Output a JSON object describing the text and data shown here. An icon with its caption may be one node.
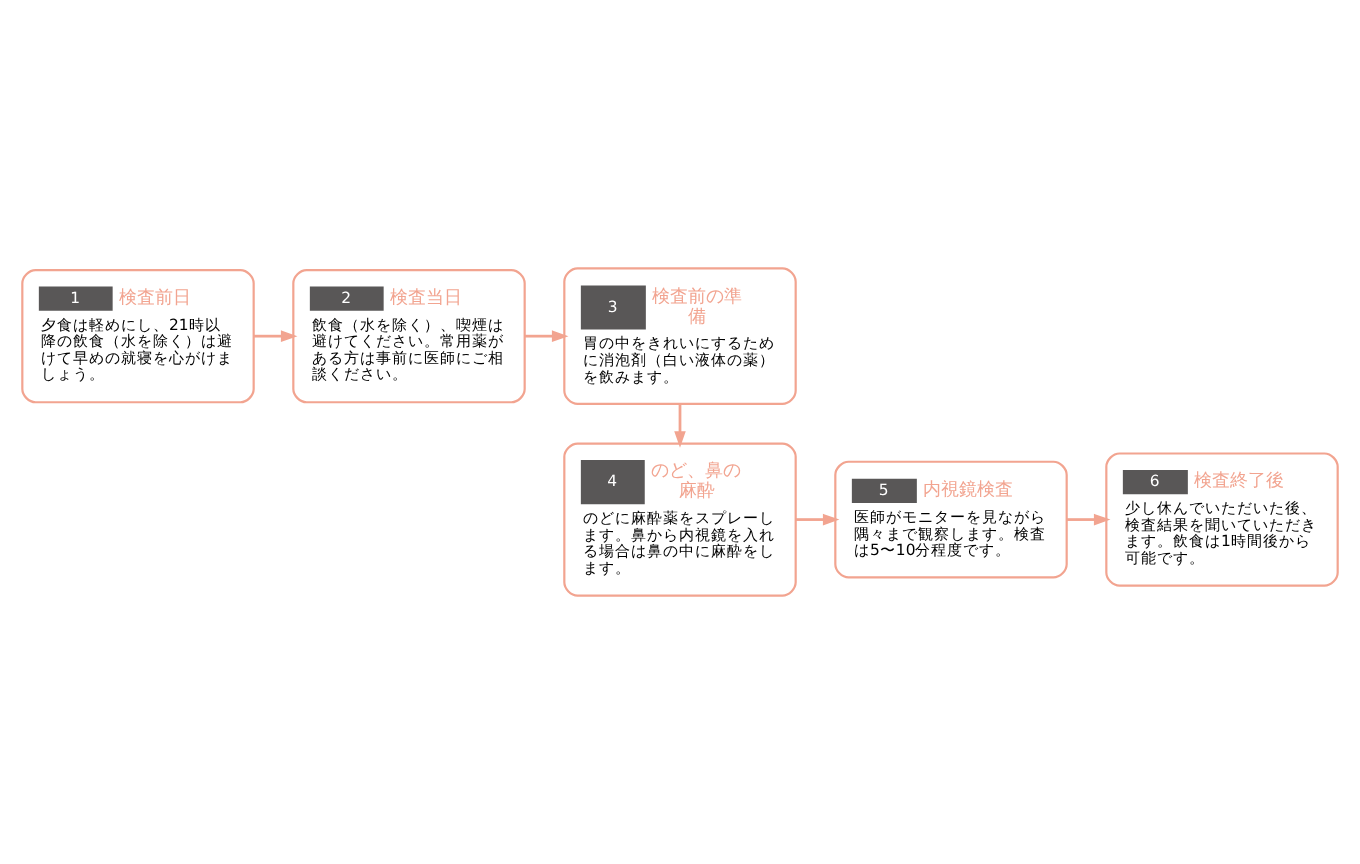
{
  "diagram": {
    "nodes": [
      {
        "text": [
          "1",
          "検査前日",
          "夕食は軽めにし、21時以降の飲食（水を除く）は避けて早めの就寝を心がけましょう。"
        ]
      },
      {
        "text": [
          "2",
          "検査当日",
          "飲食（水を除く）、喫煙は避けてください。常用薬がある方は事前に医師にご相談ください。"
        ]
      },
      {
        "text": [
          "3",
          "検査前の準備",
          "胃の中をきれいにするために消泡剤（白い液体の薬）を飲みます。"
        ]
      },
      {
        "text": [
          "4",
          "のど、鼻の麻酔",
          "のどに麻酔薬をスプレーします。鼻から内視鏡を入れる場合は鼻の中に麻酔をします。"
        ]
      },
      {
        "text": [
          "5",
          "内視鏡検査",
          "医師がモニターを見ながら隅々まで観察します。検査は5〜10分程度です。"
        ]
      },
      {
        "text": [
          "6",
          "検査終了後",
          "少し休んでいただいた後、検査結果を聞いていただきます。飲食は1時間後から可能です。"
        ]
      }
    ],
    "edges": [
      {
        "from": 0,
        "to": 1,
        "arrow": "to"
      },
      {
        "from": 1,
        "to": 2,
        "arrow": "to"
      },
      {
        "from": 2,
        "to": 3,
        "arrow": "to"
      },
      {
        "from": 3,
        "to": 4,
        "arrow": "to"
      },
      {
        "from": 4,
        "to": 5,
        "arrow": "to"
      }
    ]
  }
}
